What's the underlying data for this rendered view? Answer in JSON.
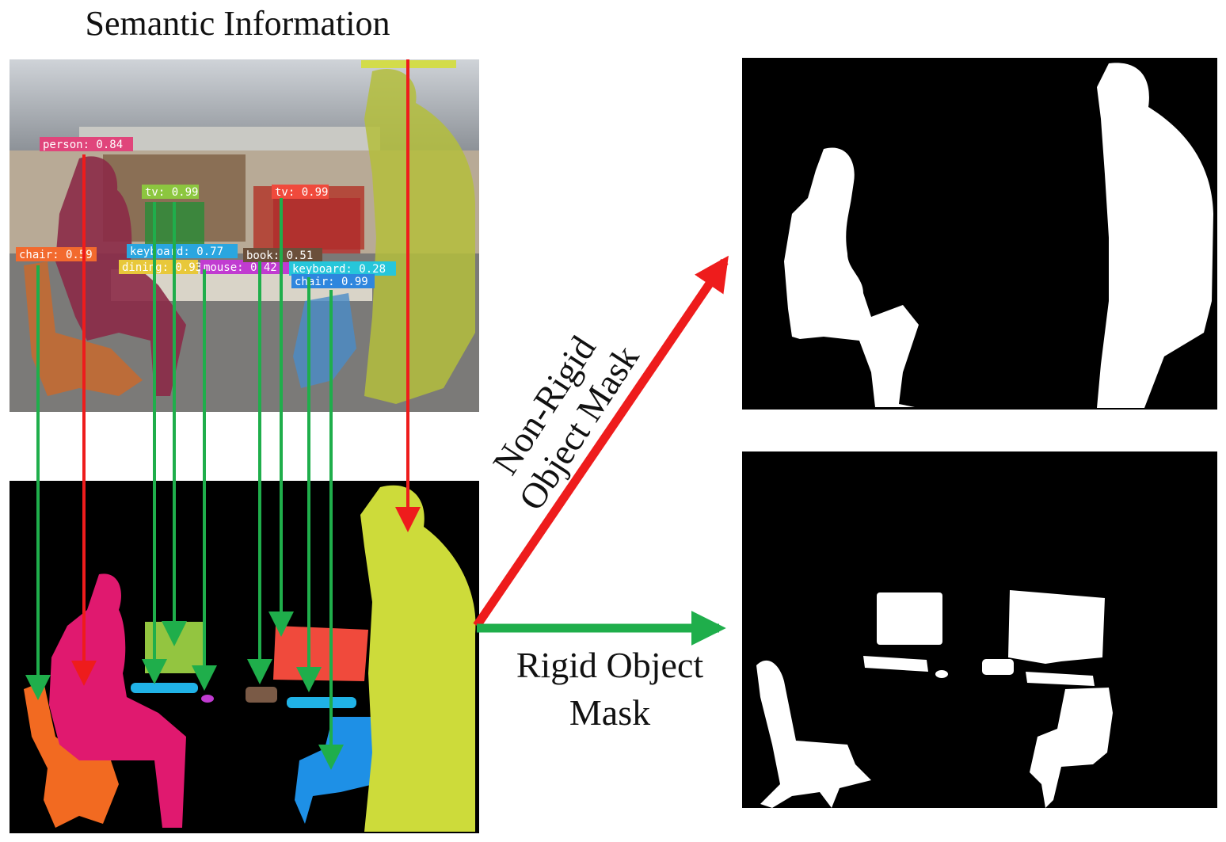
{
  "title": "Semantic Information",
  "detections": [
    {
      "label": "person: 0.84",
      "color": "#e0457b"
    },
    {
      "label": "tv: 0.99",
      "color": "#8cc63f"
    },
    {
      "label": "tv: 0.99",
      "color": "#f04a3c"
    },
    {
      "label": "chair: 0.59",
      "color": "#f26a2e"
    },
    {
      "label": "keyboard: 0.77",
      "color": "#2aa6e0"
    },
    {
      "label": "mouse: 0.42",
      "color": "#c13bd1"
    },
    {
      "label": "book: 0.51",
      "color": "#6b4f3a"
    },
    {
      "label": "keyboard: 0.28",
      "color": "#26c6da"
    },
    {
      "label": "chair: 0.99",
      "color": "#2e86de"
    },
    {
      "label": "dining: 0.93",
      "color": "#e8c83a"
    }
  ],
  "arrows": {
    "non_rigid_label_line1": "Non-Rigid",
    "non_rigid_label_line2": "Object Mask",
    "rigid_label_line1": "Rigid Object",
    "rigid_label_line2": "Mask",
    "non_rigid_color": "#ee1c1c",
    "rigid_color": "#1fae4b"
  },
  "colors": {
    "person": "#e0196f",
    "chair_left": "#f26a21",
    "tv_left": "#93c540",
    "tv_right": "#f04a3c",
    "keyboard": "#20b2e6",
    "mouse": "#c13bd1",
    "book": "#7a5a46",
    "chair_right": "#1e90e6",
    "standing_person": "#cddb3a"
  }
}
